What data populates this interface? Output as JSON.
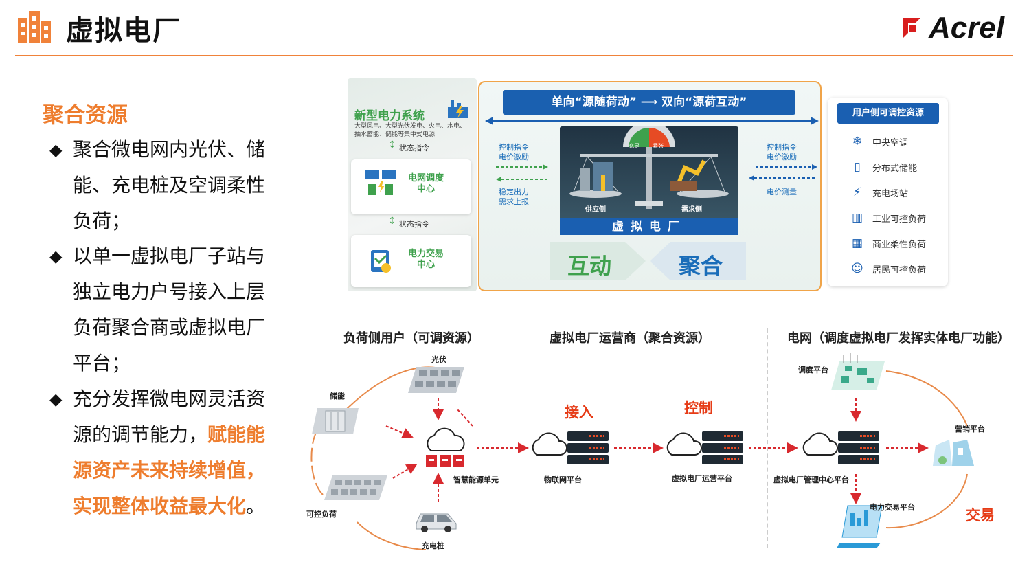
{
  "header": {
    "title": "虚拟电厂",
    "logo": "Acrel"
  },
  "left": {
    "section_title": "聚合资源",
    "bullet_symbol": "◆",
    "bullet1": "聚合微电网内光伏、储能、充电桩及空调柔性负荷；",
    "bullet2": "以单一虚拟电厂子站与独立电力户号接入上层负荷聚合商或虚拟电厂平台；",
    "bullet3_plain": "充分发挥微电网灵活资源的调节能力，",
    "bullet3_highlight": "赋能能源资产未来持续增值，实现整体收益最大化",
    "bullet3_end": "。"
  },
  "top_diagram": {
    "new_system_title": "新型电力系统",
    "new_system_desc": "大型风电、大型光伏发电、火电、水电、抽水蓄能、储能等集中式电源",
    "status_cmd_1": "状态指令",
    "dispatch_center": "电网调度中心",
    "status_cmd_2": "状态指令",
    "trade_center": "电力交易中心",
    "banner": "单向“源随荷动” ⟶ 双向“源荷互动”",
    "left_cmd": "控制指令",
    "left_incentive": "电价激励",
    "left_stable": "稳定出力",
    "left_report": "需求上报",
    "right_cmd": "控制指令",
    "right_incentive": "电价激励",
    "right_measure": "电价测量",
    "gauge_left": "充足",
    "gauge_right": "紧张",
    "supply_side": "供应侧",
    "demand_side": "需求侧",
    "vpp_label": "虚拟电厂",
    "interact": "互动",
    "aggregate": "聚合",
    "user_panel_title": "用户侧可调控资源",
    "user_items": [
      "中央空调",
      "分布式储能",
      "充电场站",
      "工业可控负荷",
      "商业柔性负荷",
      "居民可控负荷"
    ]
  },
  "bottom_diagram": {
    "head_users": "负荷侧用户（可调资源）",
    "head_operator": "虚拟电厂运营商（聚合资源）",
    "head_grid": "电网（调度虚拟电厂发挥实体电厂功能）",
    "pv": "光伏",
    "storage": "储能",
    "controllable_load": "可控负荷",
    "charging_pile": "充电桩",
    "smart_unit": "智慧能源单元",
    "iot_platform": "物联网平台",
    "vpp_operator_platform": "虚拟电厂运营平台",
    "vpp_mgmt_platform": "虚拟电厂管理中心平台",
    "access": "接入",
    "control": "控制",
    "dispatch_platform": "调度平台",
    "marketing_platform": "营销平台",
    "trade_platform": "电力交易平台",
    "trade": "交易"
  },
  "colors": {
    "accent": "#ee7d2e",
    "blue": "#1a5fb1",
    "green": "#3fa14d",
    "red": "#e63b16"
  }
}
